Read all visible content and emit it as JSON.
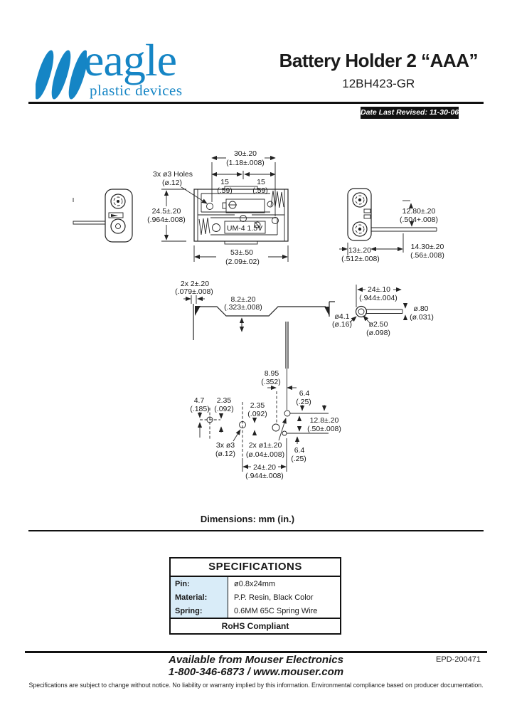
{
  "header": {
    "logo": {
      "name": "eagle",
      "tagline": "plastic devices",
      "brand_color": "#1585c5"
    },
    "title": "Battery Holder 2 “AAA”",
    "part_number": "12BH423-GR",
    "revision_badge": "Date Last Revised:  11-30-06"
  },
  "drawing": {
    "units_note": "Dimensions: mm (in.)",
    "top_view": {
      "battery_label": "UM-4 1.5V",
      "holes_note": {
        "line1": "3x ø3 Holes",
        "line2": "(ø.12)"
      },
      "span30": {
        "mm": "30±.20",
        "in": "(1.18±.008)"
      },
      "pitch_left": {
        "mm": "15",
        "in": "(.59)"
      },
      "pitch_right": {
        "mm": "15",
        "in": "(.59)"
      },
      "height": {
        "mm": "24.5±.20",
        "in": "(.964±.008)"
      },
      "length": {
        "mm": "53±.50",
        "in": "(2.09±.02)"
      }
    },
    "end_view": {
      "lead_height": {
        "mm": "12.80±.20",
        "in": "(.504+.008)"
      },
      "body_width": {
        "mm": "13±.20",
        "in": "(.512±.008)"
      },
      "lead_length": {
        "mm": "14.30±.20",
        "in": "(.56±.008)"
      }
    },
    "profile_view": {
      "wall": {
        "mm": "2x 2±.20",
        "in": "(.079±.008)"
      },
      "depth": {
        "mm": "8.2±.20",
        "in": "(.323±.008)"
      }
    },
    "pin_detail": {
      "length": {
        "mm": "24±.10",
        "in": "(.944±.004)"
      },
      "ring_od": {
        "mm": "ø4.1",
        "in": "(ø.16)"
      },
      "ring_id": {
        "mm": "ø2.50",
        "in": "(ø.098)"
      },
      "wire_dia": {
        "mm": "ø.80",
        "in": "(ø.031)"
      }
    },
    "hole_pattern": {
      "pin_offset": {
        "mm": "8.95",
        "in": "(.352)"
      },
      "edge_offset": {
        "mm": "4.7",
        "in": "(.185)"
      },
      "step1": {
        "mm": "2.35",
        "in": "(.092)"
      },
      "step2": {
        "mm": "2.35",
        "in": "(.092)"
      },
      "lead_top": {
        "mm": "6.4",
        "in": "(.25)"
      },
      "lead_spacing": {
        "mm": "12.8±.20",
        "in": "(.50±.008)"
      },
      "lead_bottom": {
        "mm": "6.4",
        "in": "(.25)"
      },
      "holes_note": {
        "line1": "3x ø3",
        "line2": "(ø.12)"
      },
      "lead_holes_note": {
        "line1": "2x ø1±.20",
        "line2": "(ø.04±.008)"
      },
      "span24": {
        "mm": "24±.20",
        "in": "(.944±.008)"
      }
    }
  },
  "specs": {
    "title": "SPECIFICATIONS",
    "rows": [
      {
        "label": "Pin:",
        "value": "ø0.8x24mm"
      },
      {
        "label": "Material:",
        "value": "P.P. Resin, Black Color"
      },
      {
        "label": "Spring:",
        "value": "0.6MM 65C Spring Wire"
      }
    ],
    "compliance": "RoHS Compliant"
  },
  "footer": {
    "line1": "Available from Mouser Electronics",
    "line2": "1-800-346-6873 / www.mouser.com",
    "doc_number": "EPD-200471",
    "disclaimer": "Specifications are subject to change without notice.   No liability or warranty implied by this information.   Environmental compliance based on producer documentation."
  },
  "colors": {
    "brand_blue": "#1585c5",
    "spec_label_bg": "#d9ecf8",
    "badge_bg": "#111111"
  }
}
